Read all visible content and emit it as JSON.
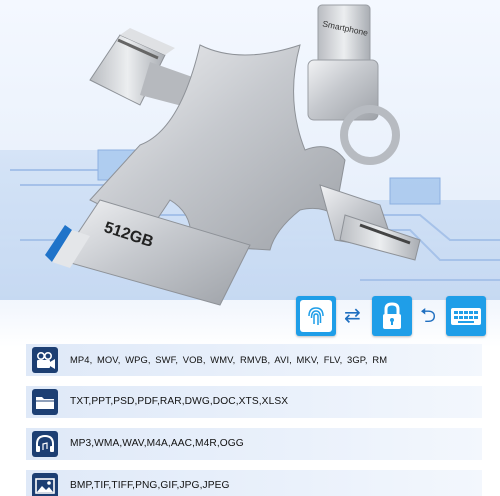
{
  "product": {
    "capacity_label": "512GB",
    "connector_label": "Smartphone"
  },
  "security_badges": [
    {
      "name": "fingerprint",
      "icon": "fingerprint-icon"
    },
    {
      "name": "lock",
      "icon": "padlock-icon"
    },
    {
      "name": "keyboard",
      "icon": "keyboard-icon"
    }
  ],
  "file_types": [
    {
      "icon": "video-camera-icon",
      "text": "MP4, MOV, WPG, SWF, VOB, WMV, RMVB, AVI, MKV, FLV, 3GP, RM"
    },
    {
      "icon": "folder-icon",
      "text": "TXT,PPT,PSD,PDF,RAR,DWG,DOC,XTS,XLSX"
    },
    {
      "icon": "headphones-icon",
      "text": "MP3,WMA,WAV,M4A,AAC,M4R,OGG"
    },
    {
      "icon": "image-icon",
      "text": "BMP,TIF,TIFF,PNG,GIF,JPG,JPEG"
    }
  ],
  "colors": {
    "accent_blue": "#1f9ee8",
    "icon_dark_blue": "#1d3f73",
    "row_bg": "#e4edf9",
    "metal": "#c9ccd1"
  }
}
